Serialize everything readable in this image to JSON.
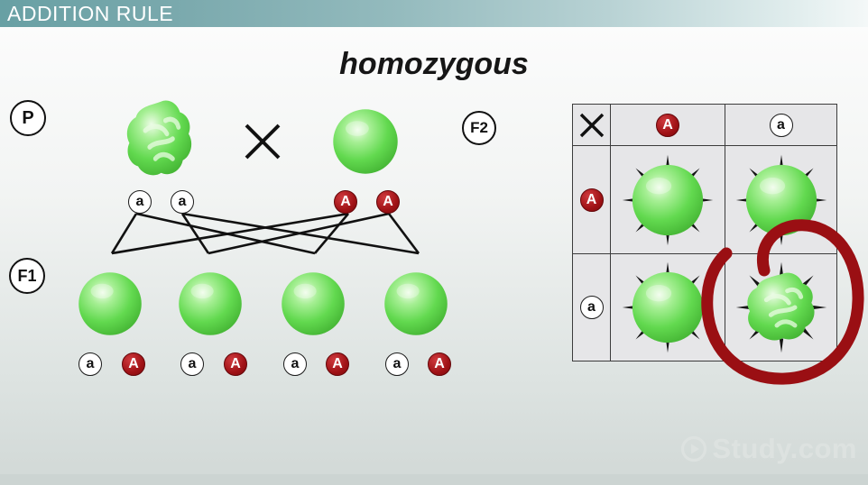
{
  "header": {
    "title": "ADDITION RULE"
  },
  "subtitle": "homozygous",
  "generations": {
    "p": "P",
    "f1": "F1",
    "f2": "F2"
  },
  "cross_symbol": "×",
  "parent_cross": {
    "left_parent": {
      "phenotype": "wrinkled green pea",
      "alleles": [
        "a",
        "a"
      ]
    },
    "right_parent": {
      "phenotype": "round green pea",
      "alleles": [
        "A",
        "A"
      ]
    }
  },
  "f1_offspring": [
    {
      "phenotype": "round green pea",
      "alleles": [
        "a",
        "A"
      ]
    },
    {
      "phenotype": "round green pea",
      "alleles": [
        "a",
        "A"
      ]
    },
    {
      "phenotype": "round green pea",
      "alleles": [
        "a",
        "A"
      ]
    },
    {
      "phenotype": "round green pea",
      "alleles": [
        "a",
        "A"
      ]
    }
  ],
  "punnett_square": {
    "corner_symbol": "×",
    "col_headers": [
      "A",
      "a"
    ],
    "row_headers": [
      "A",
      "a"
    ],
    "cells": [
      [
        "round green pea",
        "round green pea"
      ],
      [
        "round green pea",
        "wrinkled green pea"
      ]
    ],
    "annotation": "dark red hand-drawn circle around the aa wrinkled offspring cell"
  },
  "watermark": {
    "text": "Study.com"
  },
  "colors": {
    "header_teal": "#6fa4a7",
    "pea_green": "#55d243",
    "allele_red": "#a01216",
    "annotation_red": "#9a0f13"
  }
}
